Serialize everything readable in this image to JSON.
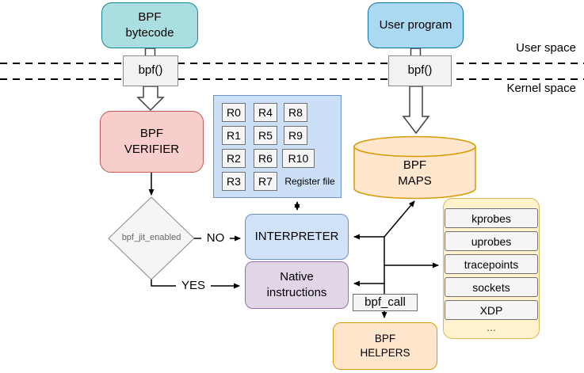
{
  "labels": {
    "user_space": "User space",
    "kernel_space": "Kernel space"
  },
  "nodes": {
    "bpf_bytecode": "BPF\nbytecode",
    "user_program": "User program",
    "bpf_syscall_left": "bpf()",
    "bpf_syscall_right": "bpf()",
    "bpf_verifier": "BPF\nVERIFIER",
    "jit_decision": "bpf_jit_enabled",
    "interpreter": "INTERPRETER",
    "native_instructions": "Native\ninstructions",
    "bpf_maps": "BPF\nMAPS",
    "bpf_call": "bpf_call",
    "bpf_helpers": "BPF\nHELPERS"
  },
  "register_file": {
    "caption": "Register file",
    "registers": [
      "R0",
      "R1",
      "R2",
      "R3",
      "R4",
      "R5",
      "R6",
      "R7",
      "R8",
      "R9",
      "R10"
    ]
  },
  "edges": {
    "no": "NO",
    "yes": "YES"
  },
  "hooks": [
    "kprobes",
    "uprobes",
    "tracepoints",
    "sockets",
    "XDP",
    "..."
  ],
  "colors": {
    "bytecode_fill": "#abdee0",
    "bytecode_stroke": "#12888f",
    "userprog_fill": "#abd9f1",
    "userprog_stroke": "#10739e",
    "verifier_fill": "#f8cecc",
    "verifier_stroke": "#bd5a56",
    "interpreter_fill": "#cfe2f7",
    "interpreter_stroke": "#6c8ebf",
    "native_fill": "#e1d5e7",
    "native_stroke": "#9673a6",
    "maps_fill": "#ffe6cc",
    "maps_stroke": "#d79b00",
    "hooks_fill": "#fff2cc",
    "hooks_stroke": "#d6b656",
    "gray_fill": "#f5f5f5",
    "gray_stroke": "#8c8c8c"
  }
}
